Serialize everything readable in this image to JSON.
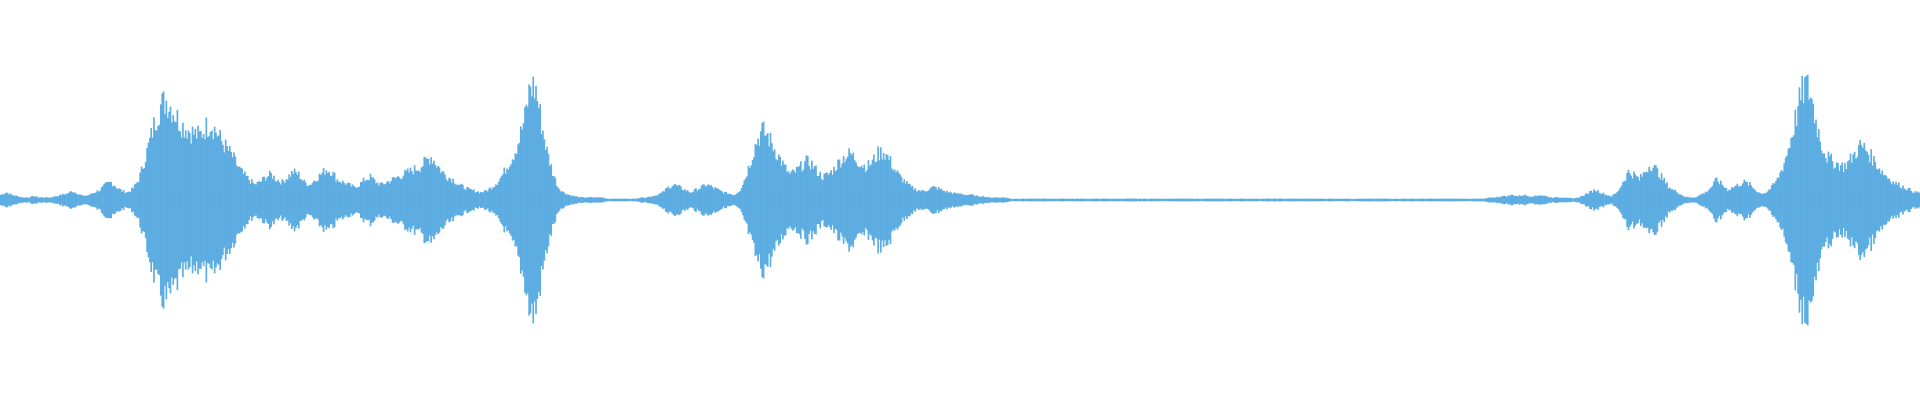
{
  "waveform": {
    "color": "#5dade2",
    "background": "#ffffff",
    "samples": [
      0.04,
      0.06,
      0.04,
      0.03,
      0.02,
      0.02,
      0.03,
      0.02,
      0.02,
      0.02,
      0.03,
      0.04,
      0.05,
      0.07,
      0.05,
      0.03,
      0.04,
      0.06,
      0.08,
      0.12,
      0.14,
      0.1,
      0.07,
      0.06,
      0.09,
      0.16,
      0.3,
      0.46,
      0.62,
      0.74,
      0.78,
      0.72,
      0.64,
      0.58,
      0.55,
      0.52,
      0.5,
      0.56,
      0.6,
      0.54,
      0.46,
      0.4,
      0.34,
      0.26,
      0.2,
      0.16,
      0.12,
      0.14,
      0.18,
      0.2,
      0.16,
      0.14,
      0.18,
      0.22,
      0.2,
      0.14,
      0.12,
      0.16,
      0.2,
      0.24,
      0.22,
      0.16,
      0.14,
      0.12,
      0.1,
      0.12,
      0.16,
      0.18,
      0.14,
      0.12,
      0.14,
      0.16,
      0.18,
      0.2,
      0.22,
      0.24,
      0.26,
      0.3,
      0.34,
      0.28,
      0.22,
      0.18,
      0.16,
      0.12,
      0.1,
      0.08,
      0.07,
      0.06,
      0.07,
      0.1,
      0.14,
      0.2,
      0.28,
      0.36,
      0.48,
      0.64,
      0.9,
      0.86,
      0.6,
      0.38,
      0.22,
      0.1,
      0.06,
      0.04,
      0.03,
      0.02,
      0.02,
      0.02,
      0.02,
      0.02,
      0.01,
      0.01,
      0.01,
      0.01,
      0.01,
      0.01,
      0.02,
      0.02,
      0.03,
      0.04,
      0.06,
      0.1,
      0.12,
      0.1,
      0.08,
      0.06,
      0.08,
      0.1,
      0.12,
      0.1,
      0.08,
      0.06,
      0.05,
      0.04,
      0.08,
      0.18,
      0.32,
      0.46,
      0.54,
      0.5,
      0.42,
      0.34,
      0.26,
      0.2,
      0.22,
      0.26,
      0.3,
      0.28,
      0.22,
      0.18,
      0.2,
      0.24,
      0.3,
      0.34,
      0.36,
      0.32,
      0.28,
      0.26,
      0.3,
      0.36,
      0.38,
      0.32,
      0.24,
      0.18,
      0.14,
      0.1,
      0.08,
      0.07,
      0.08,
      0.1,
      0.09,
      0.07,
      0.06,
      0.05,
      0.05,
      0.04,
      0.04,
      0.03,
      0.03,
      0.02,
      0.02,
      0.02,
      0.02,
      0.01,
      0.01,
      0.01,
      0.01,
      0.01,
      0.01,
      0.01,
      0.01,
      0.01,
      0.01,
      0.01,
      0.01,
      0.01,
      0.01,
      0.01,
      0.01,
      0.01,
      0.01,
      0.01,
      0.01,
      0.01,
      0.01,
      0.01,
      0.01,
      0.01,
      0.01,
      0.01,
      0.01,
      0.01,
      0.01,
      0.01,
      0.01,
      0.01,
      0.01,
      0.01,
      0.01,
      0.01,
      0.01,
      0.01,
      0.01,
      0.01,
      0.01,
      0.01,
      0.01,
      0.01,
      0.01,
      0.01,
      0.01,
      0.01,
      0.01,
      0.01,
      0.01,
      0.01,
      0.01,
      0.01,
      0.01,
      0.01,
      0.01,
      0.01,
      0.01,
      0.01,
      0.01,
      0.01,
      0.01,
      0.01,
      0.01,
      0.01,
      0.01,
      0.01,
      0.01,
      0.01,
      0.01,
      0.01,
      0.01,
      0.01,
      0.01,
      0.01,
      0.01,
      0.01,
      0.01,
      0.01,
      0.01,
      0.01,
      0.01,
      0.01,
      0.01,
      0.01,
      0.02,
      0.02,
      0.03,
      0.03,
      0.04,
      0.03,
      0.04,
      0.03,
      0.03,
      0.04,
      0.03,
      0.02,
      0.02,
      0.02,
      0.02,
      0.01,
      0.02,
      0.04,
      0.06,
      0.08,
      0.06,
      0.04,
      0.03,
      0.06,
      0.14,
      0.22,
      0.2,
      0.16,
      0.22,
      0.28,
      0.24,
      0.18,
      0.12,
      0.08,
      0.06,
      0.03,
      0.02,
      0.02,
      0.04,
      0.06,
      0.1,
      0.16,
      0.12,
      0.08,
      0.1,
      0.12,
      0.14,
      0.12,
      0.08,
      0.05,
      0.06,
      0.1,
      0.16,
      0.26,
      0.4,
      0.58,
      0.76,
      0.9,
      0.84,
      0.62,
      0.44,
      0.34,
      0.3,
      0.28,
      0.26,
      0.3,
      0.36,
      0.42,
      0.4,
      0.34,
      0.28,
      0.22,
      0.18,
      0.14,
      0.12,
      0.1,
      0.08,
      0.06
    ]
  }
}
